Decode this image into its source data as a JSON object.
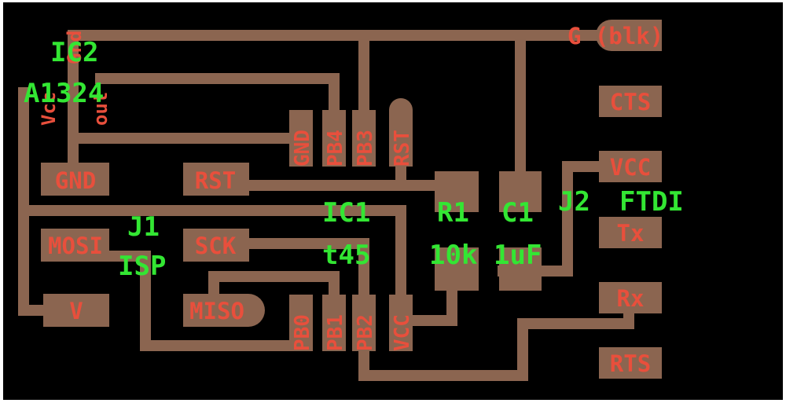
{
  "colors": {
    "background": "#000000",
    "border": "#ffffff",
    "trace": "#8b6550",
    "pad": "#8b6550",
    "pad_label": "#e84f3c",
    "part_label": "#33e633"
  },
  "labels": {
    "ic2_ref": "IC2",
    "ic2_value": "A1324",
    "ic2_pin_vcc": "Vcc",
    "ic2_pin_gnd": "Gnd",
    "ic2_pin_out": "out",
    "j1_ref": "J1",
    "j1_value": "ISP",
    "ic1_ref": "IC1",
    "ic1_value": "t45",
    "r1_ref": "R1",
    "r1_value": "10k",
    "c1_ref": "C1",
    "c1_value": "1uF",
    "j2_ref": "J2",
    "j2_value": "FTDI"
  },
  "pads": {
    "isp_gnd": "GND",
    "isp_rst": "RST",
    "isp_mosi": "MOSI",
    "isp_sck": "SCK",
    "isp_v": "V",
    "isp_miso": "MISO",
    "ic1_gnd": "GND",
    "ic1_pb4": "PB4",
    "ic1_pb3": "PB3",
    "ic1_rst": "RST",
    "ic1_pb0": "PB0",
    "ic1_pb1": "PB1",
    "ic1_pb2": "PB2",
    "ic1_vcc": "VCC",
    "ftdi_g": "G (blk)",
    "ftdi_cts": "CTS",
    "ftdi_vcc": "VCC",
    "ftdi_tx": "Tx",
    "ftdi_rx": "Rx",
    "ftdi_rts": "RTS"
  }
}
